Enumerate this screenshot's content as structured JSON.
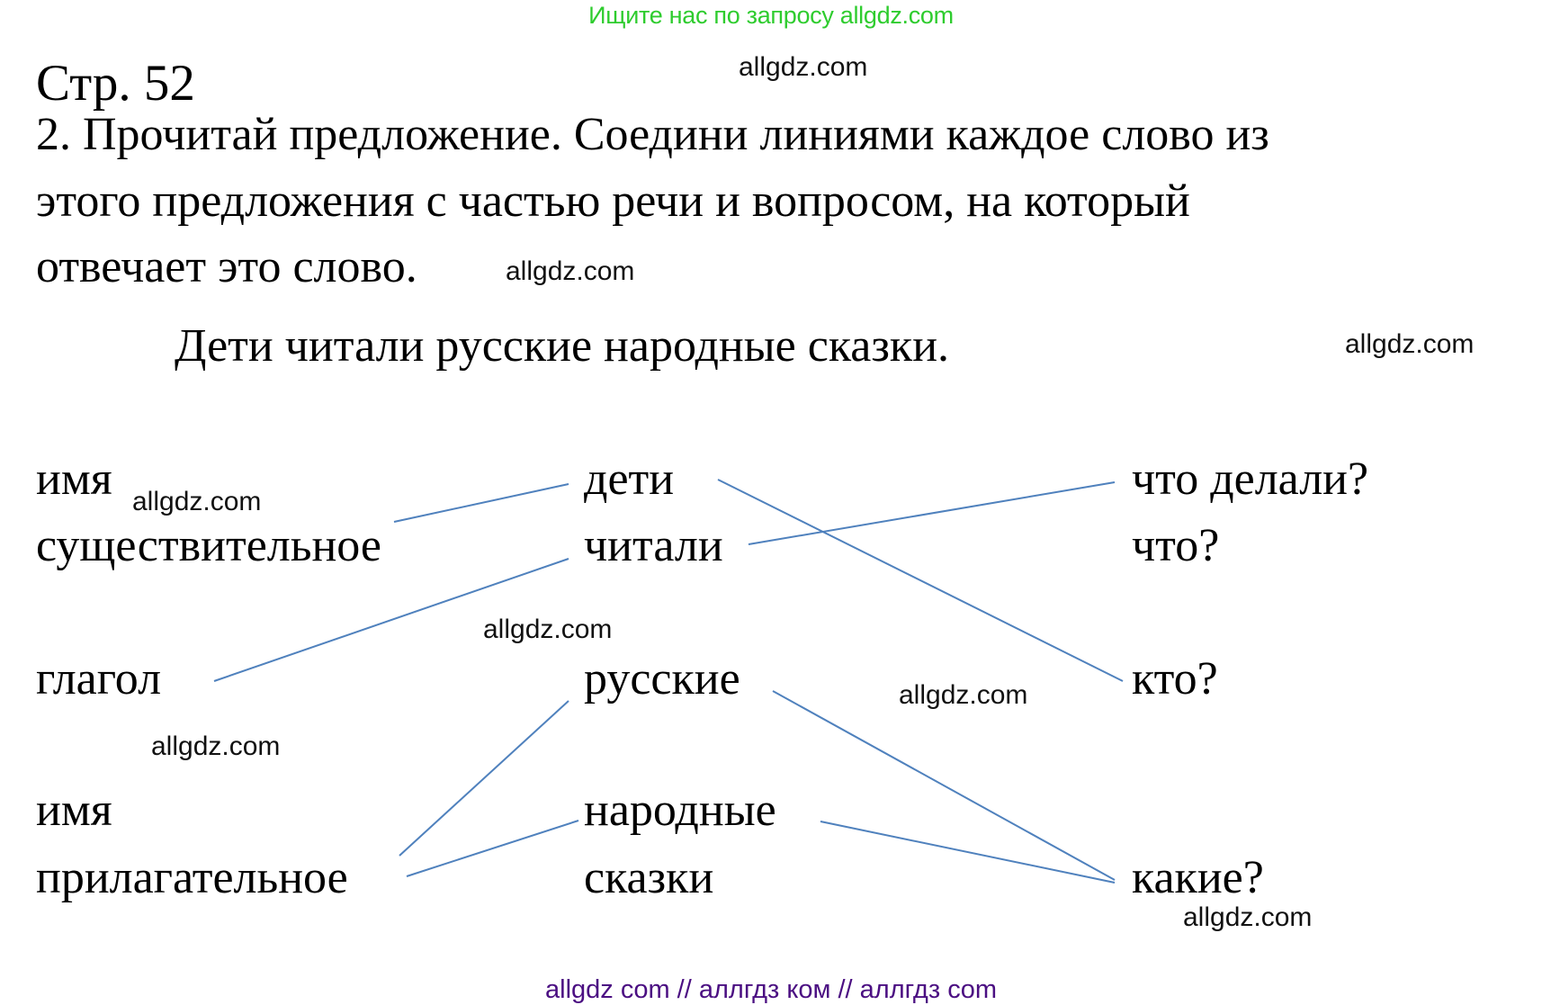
{
  "banner": "Ищите нас по запросу allgdz.com",
  "page_label": "Стр. 52",
  "task": {
    "lines": [
      "2. Прочитай предложение. Соедини линиями каждое слово из",
      "этого предложения с частью речи и вопросом, на который",
      "отвечает это слово."
    ],
    "sentence": "Дети читали русские народные сказки."
  },
  "columns": {
    "parts_of_speech": [
      {
        "line1": "имя",
        "line2": "существительное"
      },
      {
        "line1": "глагол"
      },
      {
        "line1": "имя",
        "line2": "прилагательное"
      }
    ],
    "words": [
      "дети",
      "читали",
      "русские",
      "народные",
      "сказки"
    ],
    "questions": [
      "что делали?",
      "что?",
      "кто?",
      "какие?"
    ]
  },
  "connections": [
    {
      "from": "имя существительное",
      "to": "дети"
    },
    {
      "from": "дети",
      "to": "кто?"
    },
    {
      "from": "читали",
      "to": "что делали?"
    },
    {
      "from": "глагол",
      "to": "читали"
    },
    {
      "from": "имя прилагательное",
      "to": "русские"
    },
    {
      "from": "имя прилагательное",
      "to": "народные"
    },
    {
      "from": "русские",
      "to": "какие?"
    },
    {
      "from": "народные",
      "to": "какие?"
    }
  ],
  "line_color": "#4f81bd",
  "watermark": "allgdz.com",
  "footer": "allgdz com  //  аллгдз ком  //  аллгдз com"
}
